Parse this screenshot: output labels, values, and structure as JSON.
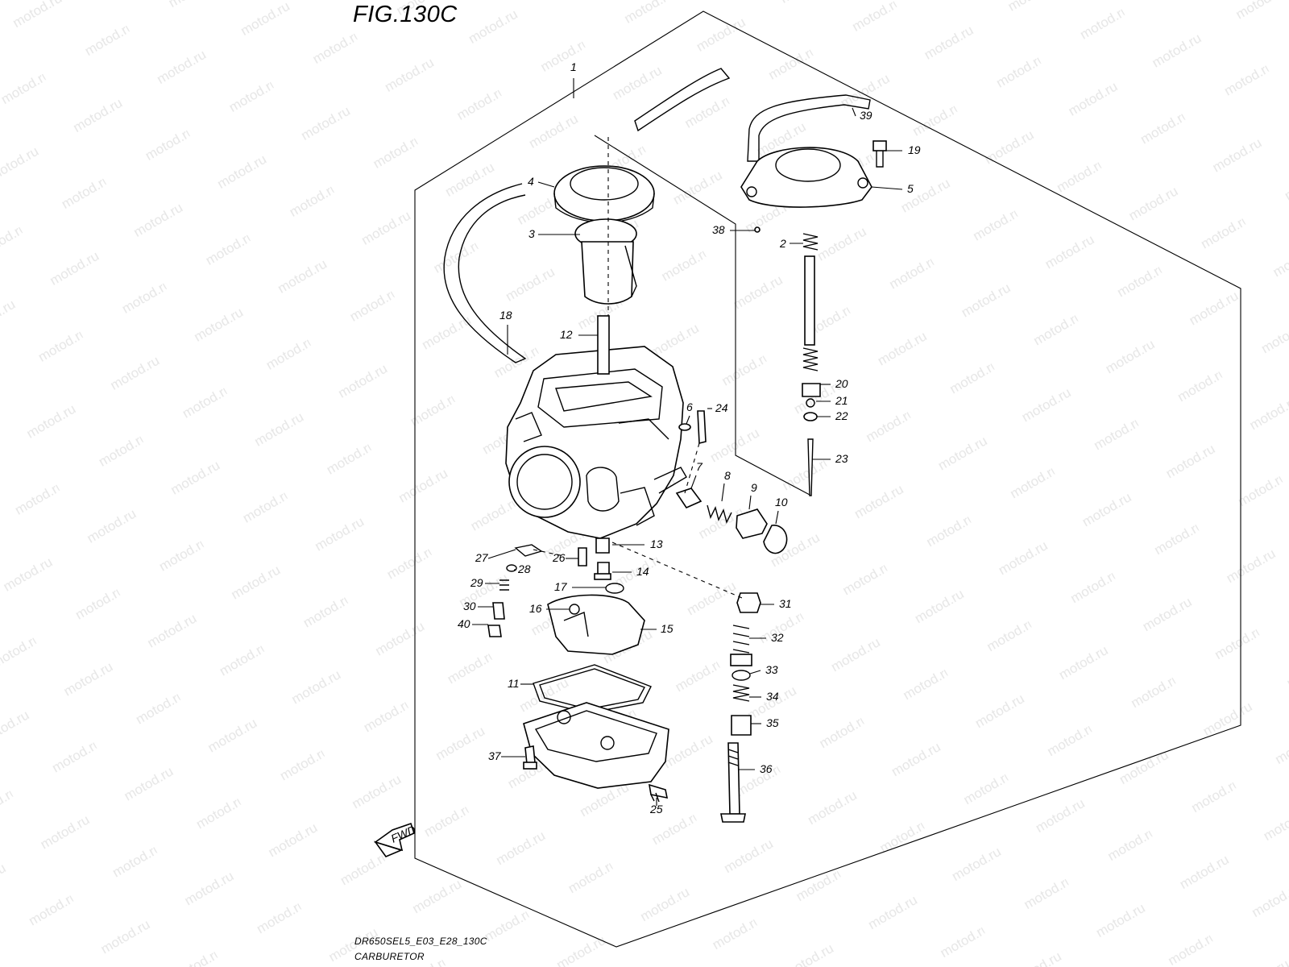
{
  "figure": {
    "title": "FIG.130C",
    "model_code": "DR650SEL5_E03_E28_130C",
    "part_name": "CARBURETOR",
    "watermark": "motod.ru",
    "fwd_label": "FWD"
  },
  "callouts": [
    "1",
    "2",
    "3",
    "4",
    "5",
    "6",
    "7",
    "8",
    "9",
    "10",
    "11",
    "12",
    "13",
    "14",
    "15",
    "16",
    "17",
    "18",
    "19",
    "20",
    "21",
    "22",
    "23",
    "24",
    "25",
    "26",
    "27",
    "28",
    "29",
    "30",
    "31",
    "32",
    "33",
    "34",
    "35",
    "36",
    "37",
    "38",
    "39",
    "40"
  ],
  "colors": {
    "line": "#000000",
    "background": "#ffffff",
    "watermark": "#e3e3e3"
  }
}
